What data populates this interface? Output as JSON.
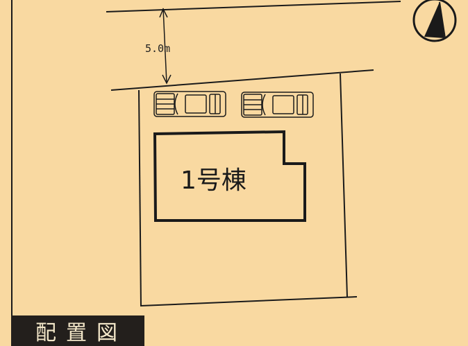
{
  "setback": {
    "label": "5.0m"
  },
  "building": {
    "label": "1号棟"
  },
  "title_plate": {
    "label": "配置図"
  },
  "north_arrow": {
    "icon": "north-arrow-icon"
  },
  "colors": {
    "paper": "#f9d9a1",
    "line": "#1a1a1a",
    "title_bg": "#231f1c",
    "title_fg": "#f3e7c9"
  }
}
